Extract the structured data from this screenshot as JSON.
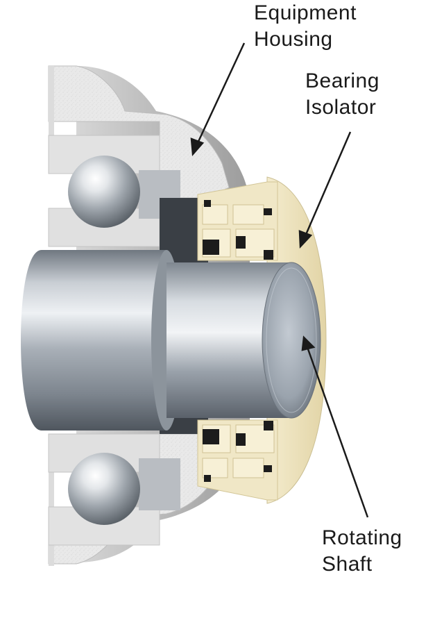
{
  "labels": {
    "equipment_housing": {
      "line1": "Equipment",
      "line2": "Housing"
    },
    "bearing_isolator": {
      "line1": "Bearing",
      "line2": "Isolator"
    },
    "rotating_shaft": {
      "line1": "Rotating",
      "line2": "Shaft"
    }
  },
  "colors": {
    "housing": "#e8e8e8",
    "isolator": "#efe6c4",
    "shaft": "#a9b0b8",
    "ball": "#c9cdd2",
    "seal_black": "#1c1c1c"
  }
}
